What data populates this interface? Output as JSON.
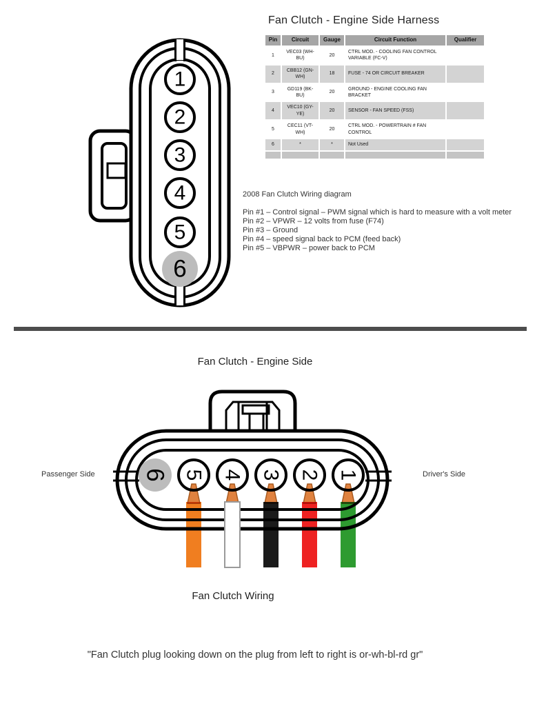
{
  "colors": {
    "divider": "#4D4D4D",
    "table_header_bg": "#A6A6A6",
    "table_alt_row_bg": "#D3D3D3",
    "table_footer_bg": "#C4C4C4",
    "pin6_fill": "#BCBCBC",
    "pin6_text": "#8E8E8E",
    "crimp": "#E0823F"
  },
  "top": {
    "title": "Fan Clutch - Engine Side Harness",
    "connector_pins": [
      "1",
      "2",
      "3",
      "4",
      "5",
      "6"
    ],
    "table": {
      "headers": [
        "Pin",
        "Circuit",
        "Gauge",
        "Circuit Function",
        "Qualifier"
      ],
      "rows": [
        [
          "1",
          "VEC03 (WH-BU)",
          "20",
          "CTRL MOD. - COOLING FAN CONTROL VARIABLE (FC-V)",
          ""
        ],
        [
          "2",
          "CBB12 (GN-WH)",
          "18",
          "FUSE - 74 OR CIRCUIT BREAKER",
          ""
        ],
        [
          "3",
          "GD119 (BK-BU)",
          "20",
          "GROUND - ENGINE COOLING FAN BRACKET",
          ""
        ],
        [
          "4",
          "VEC10 (GY-YE)",
          "20",
          "SENSOR - FAN SPEED (FSS)",
          ""
        ],
        [
          "5",
          "CEC11 (VT-WH)",
          "20",
          "CTRL MOD. - POWERTRAIN # FAN CONTROL",
          ""
        ],
        [
          "6",
          "*",
          "*",
          "Not Used",
          ""
        ]
      ]
    },
    "caption": "2008 Fan Clutch Wiring diagram",
    "pin_notes": [
      "Pin #1 – Control signal – PWM signal which is hard to measure with a volt meter",
      "Pin #2 – VPWR – 12 volts from fuse (F74)",
      "Pin #3 – Ground",
      "Pin #4 – speed signal back to PCM (feed back)",
      "Pin #5 – VBPWR – power back to PCM"
    ]
  },
  "bottom": {
    "title": "Fan Clutch - Engine Side",
    "left_label": "Passenger Side",
    "right_label": "Driver's Side",
    "caption": "Fan Clutch Wiring",
    "quote": "\"Fan Clutch plug looking down on the plug from left to right is or-wh-bl-rd gr\"",
    "pins": [
      {
        "label": "6",
        "wire": "none",
        "wire_color": ""
      },
      {
        "label": "5",
        "wire": "orange",
        "wire_color": "#F07E20"
      },
      {
        "label": "4",
        "wire": "white",
        "wire_color": "#FFFFFF"
      },
      {
        "label": "3",
        "wire": "black",
        "wire_color": "#1B1B1B"
      },
      {
        "label": "2",
        "wire": "red",
        "wire_color": "#EE2222"
      },
      {
        "label": "1",
        "wire": "green",
        "wire_color": "#2E9B30"
      }
    ]
  }
}
